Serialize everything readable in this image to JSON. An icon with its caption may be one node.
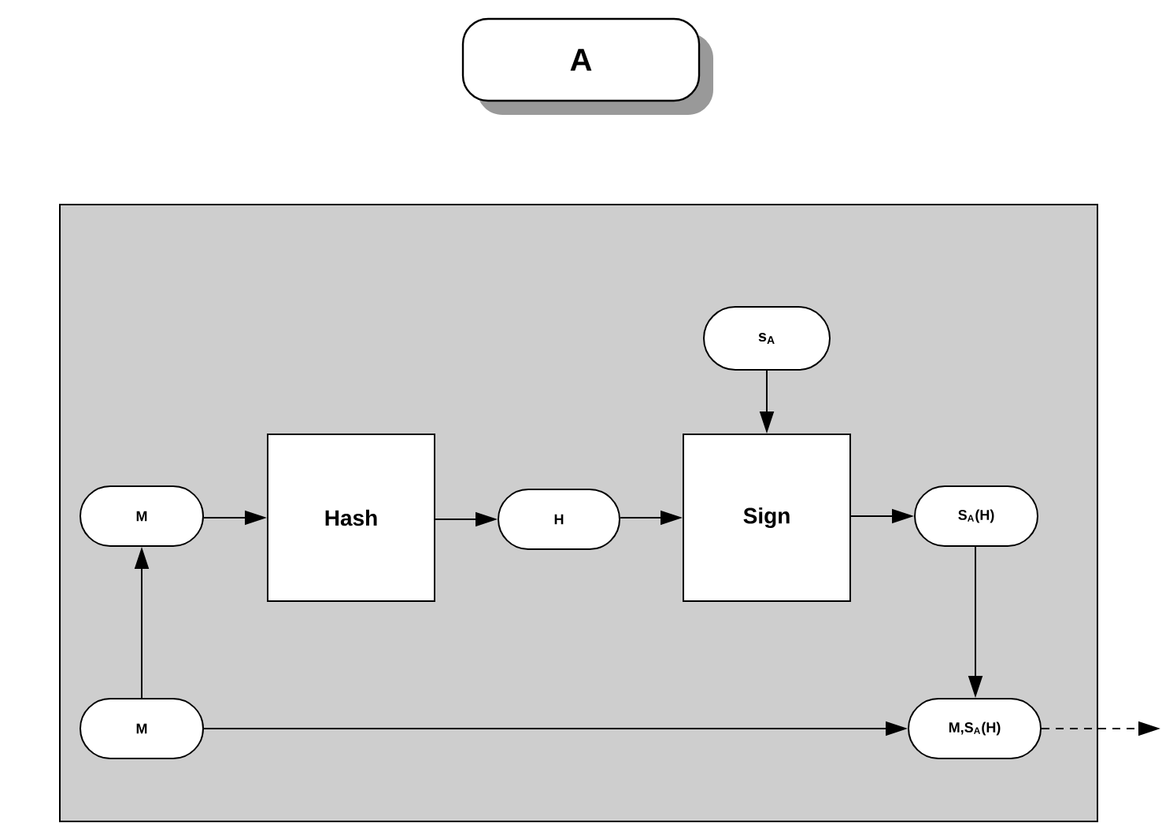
{
  "diagram": {
    "nodes": [
      {
        "text": [
          "A"
        ]
      },
      {
        "text": [],
        "shape": "box"
      },
      {
        "text": [
          "M"
        ],
        "in": 1
      },
      {
        "text": [
          "Hash"
        ],
        "in": 1
      },
      {
        "text": [
          "H"
        ],
        "in": 1
      },
      {
        "text": [
          "s$_{A}$"
        ],
        "in": 1
      },
      {
        "text": [
          "Sign"
        ],
        "in": 1
      },
      {
        "text": [
          "S$_{A}$(H)"
        ],
        "in": 1
      },
      {
        "text": [
          "M"
        ],
        "in": 1
      },
      {
        "text": [
          "M,S$_{A}$(H)"
        ],
        "in": 1
      }
    ],
    "edges": [
      {
        "from": 2,
        "to": 3,
        "arrow": "to"
      },
      {
        "from": 3,
        "to": 4,
        "arrow": "to"
      },
      {
        "from": 4,
        "to": 6,
        "arrow": "to"
      },
      {
        "from": 5,
        "to": 6,
        "arrow": "to"
      },
      {
        "from": 6,
        "to": 7,
        "arrow": "to"
      },
      {
        "from": 8,
        "to": 2,
        "arrow": "to"
      },
      {
        "from": 7,
        "to": 9,
        "arrow": "to"
      },
      {
        "from": 8,
        "to": 9,
        "arrow": "to"
      },
      {
        "from": 9,
        "to": null,
        "arrow": "to",
        "style": "dashed"
      }
    ]
  }
}
